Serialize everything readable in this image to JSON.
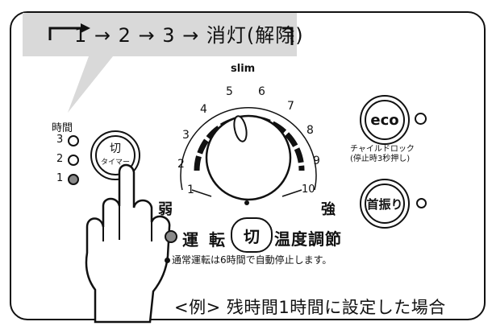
{
  "callout": {
    "sequence": "1 → 2 → 3 → 消灯(解除)"
  },
  "timer_panel": {
    "hours_title": "時間",
    "levels": [
      "3",
      "2",
      "1"
    ],
    "active_level": "1",
    "button_top": "切",
    "button_bottom": "タイマー"
  },
  "dial": {
    "mode_label": "slim",
    "numbers": [
      "1",
      "2",
      "3",
      "4",
      "5",
      "6",
      "7",
      "8",
      "9",
      "10"
    ],
    "weak_label": "弱",
    "strong_label": "強",
    "center_label": "切"
  },
  "run": {
    "label": "運 転",
    "temp_label": "温度調節",
    "note": "通常運転は6時間で自動停止します。"
  },
  "right_panel": {
    "eco_label": "eco",
    "child_lock_line1": "チャイルドロック",
    "child_lock_line2": "(停止時3秒押し)",
    "swing_label": "首振り"
  },
  "caption": "<例> 残時間1時間に設定した場合",
  "colors": {
    "callout_bg": "#d9d9d9",
    "led_on": "#8a8a8a",
    "ink": "#111111"
  }
}
